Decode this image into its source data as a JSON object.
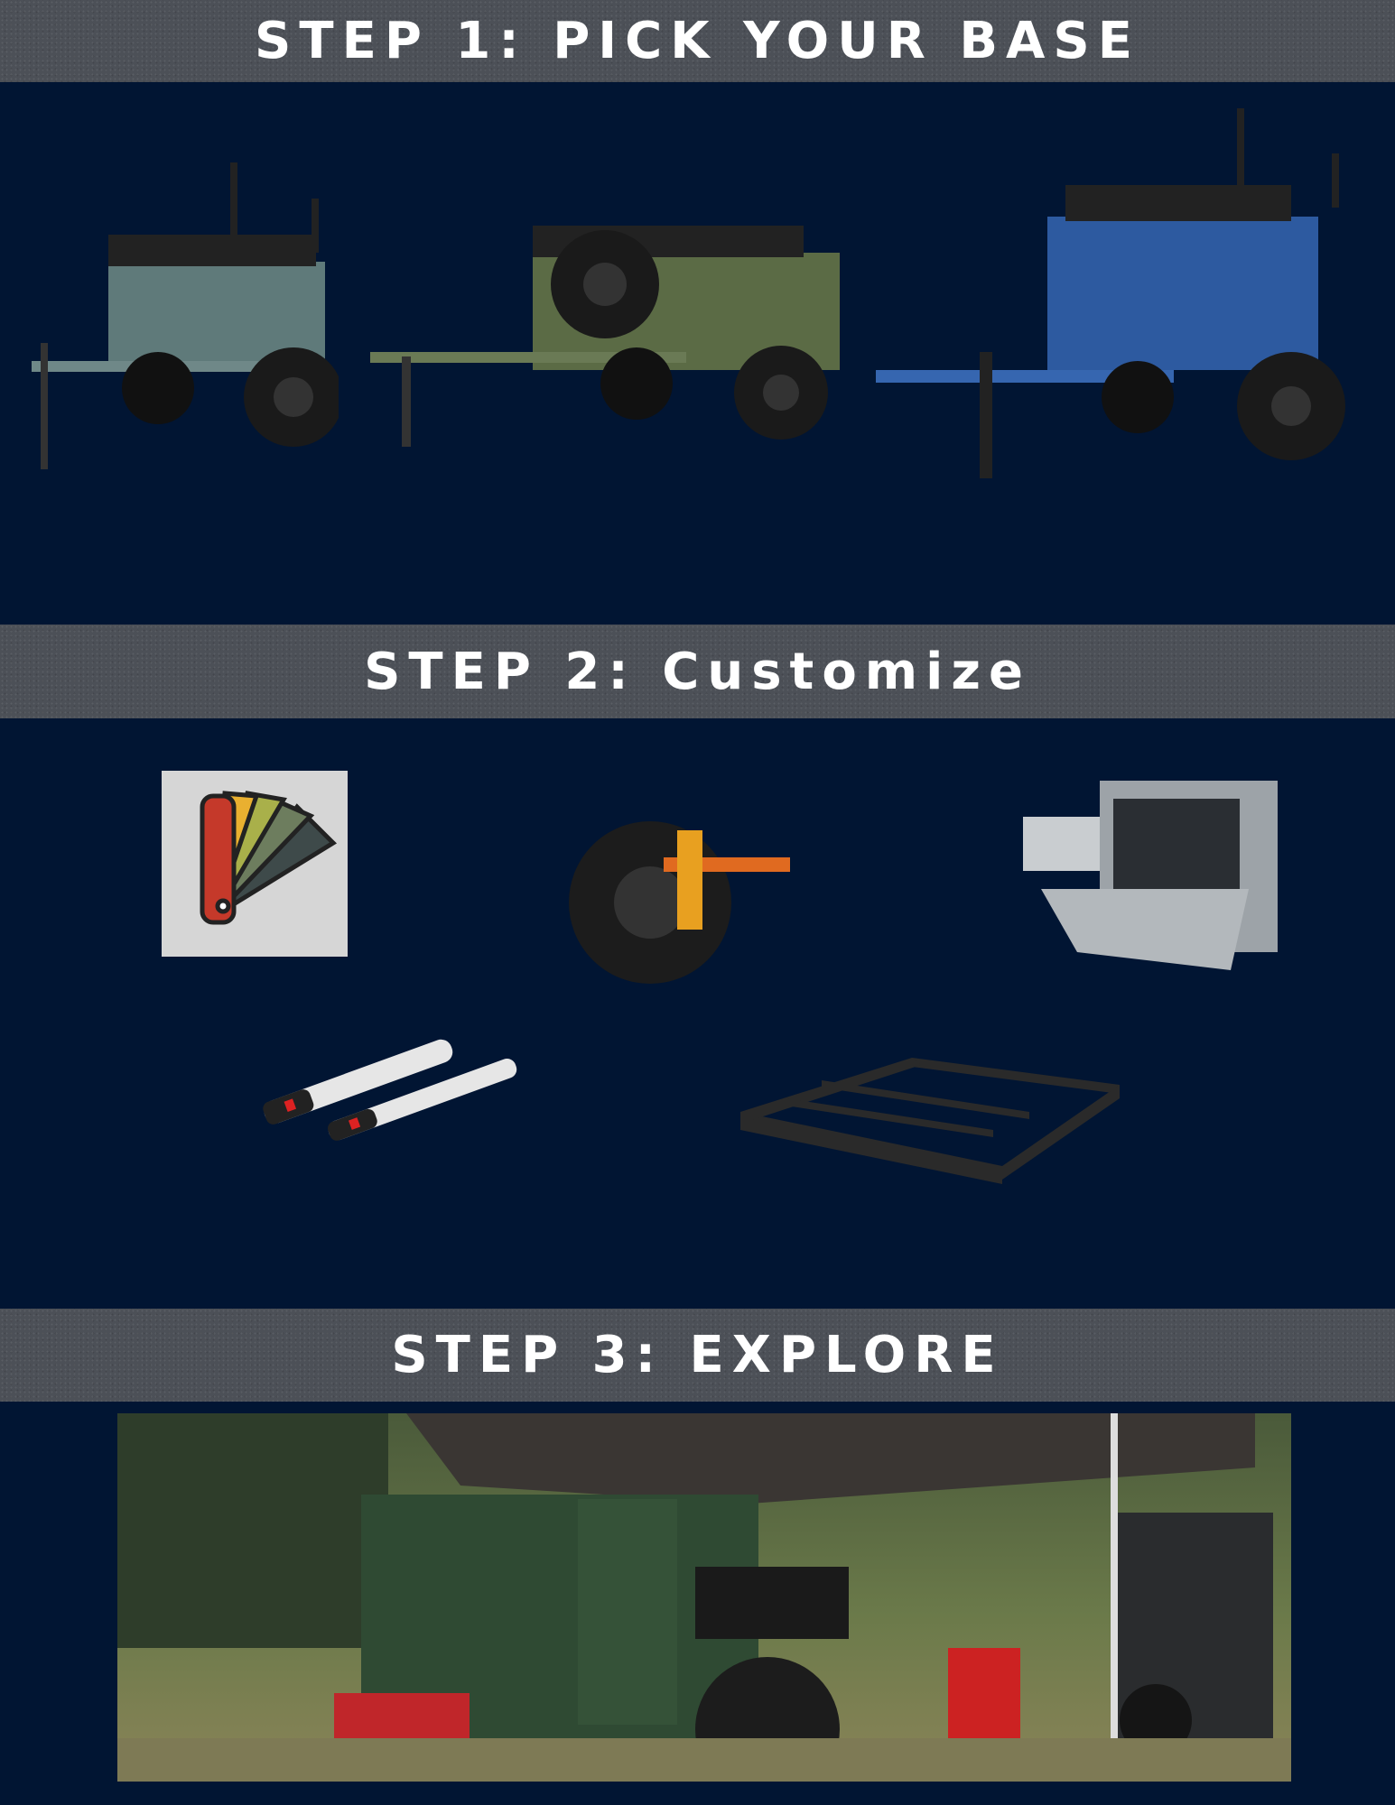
{
  "steps": [
    {
      "title": "STEP 1: PICK YOUR BASE"
    },
    {
      "title": "STEP 2: Customize"
    },
    {
      "title": "STEP 3: EXPLORE"
    }
  ],
  "step1": {
    "trailers": [
      {
        "color": "#5f7a7a"
      },
      {
        "color": "#5b6b45"
      },
      {
        "color": "#2d5aa0"
      }
    ]
  },
  "step2": {
    "options": [
      "paint-swatch-icon",
      "suspension",
      "storage-box",
      "led-light-bars",
      "roof-rack"
    ]
  },
  "colors": {
    "navy": "#011533",
    "band": "#4c5057"
  }
}
